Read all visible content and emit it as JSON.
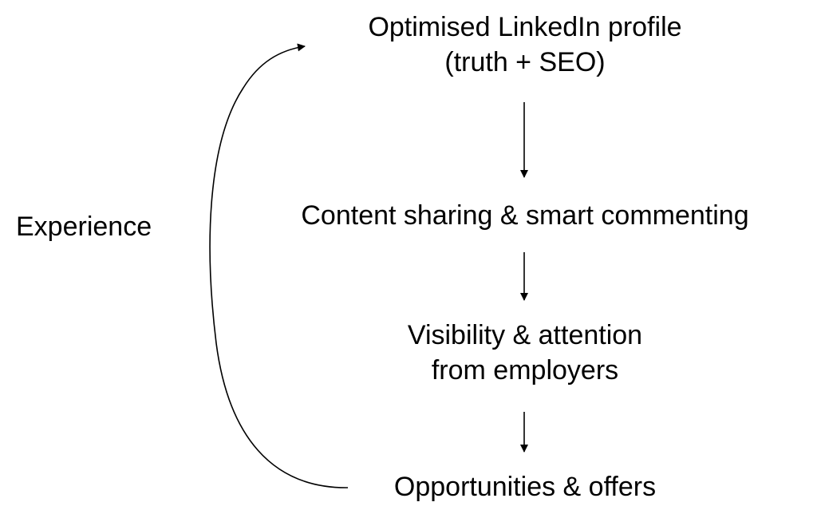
{
  "nodes": {
    "profile": {
      "line1": "Optimised LinkedIn profile",
      "line2": "(truth + SEO)"
    },
    "content": {
      "line1": "Content sharing & smart commenting"
    },
    "visibility": {
      "line1": "Visibility & attention",
      "line2": "from employers"
    },
    "opportunities": {
      "line1": "Opportunities & offers"
    }
  },
  "loop_label": "Experience",
  "colors": {
    "text": "#000000",
    "lines": "#000000",
    "background": "#ffffff"
  }
}
